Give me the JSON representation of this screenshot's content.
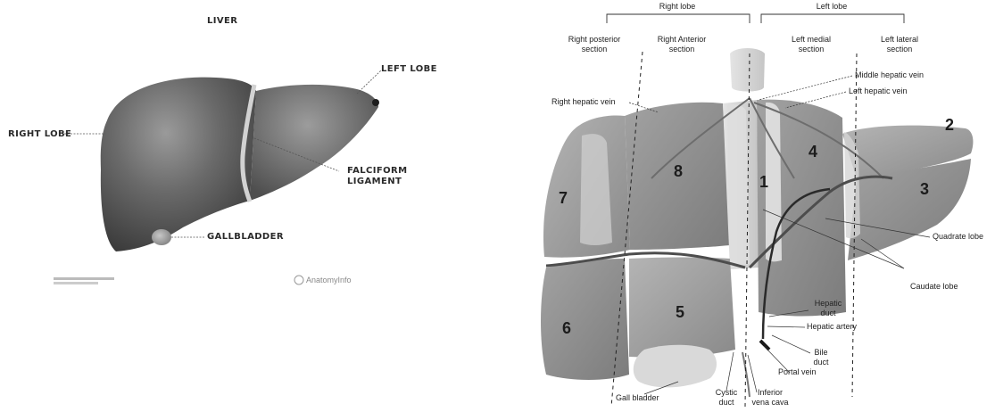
{
  "left_figure": {
    "title": "LIVER",
    "labels": {
      "right_lobe": "RIGHT LOBE",
      "left_lobe": "LEFT LOBE",
      "falciform_1": "FALCIFORM",
      "falciform_2": "LIGAMENT",
      "gallbladder": "GALLBLADDER"
    },
    "logo": "AnatomyInfo"
  },
  "right_figure": {
    "headers": {
      "right_lobe": "Right lobe",
      "left_lobe": "Left lobe"
    },
    "sections": {
      "right_posterior_1": "Right posterior",
      "right_posterior_2": "section",
      "right_anterior_1": "Right Anterior",
      "right_anterior_2": "section",
      "left_medial_1": "Left medial",
      "left_medial_2": "section",
      "left_lateral_1": "Left lateral",
      "left_lateral_2": "section"
    },
    "labels": {
      "middle_hepatic_vein": "Middle hepatic vein",
      "left_hepatic_vein": "Left hepatic vein",
      "right_hepatic_vein": "Right hepatic vein",
      "quadrate_lobe": "Quadrate lobe",
      "caudate_lobe": "Caudate lobe",
      "hepatic_duct_1": "Hepatic",
      "hepatic_duct_2": "duct",
      "hepatic_artery": "Hepatic artery",
      "bile_duct_1": "Bile",
      "bile_duct_2": "duct",
      "portal_vein": "Portal vein",
      "gall_bladder": "Gall bladder",
      "cystic_duct_1": "Cystic",
      "cystic_duct_2": "duct",
      "ivc_1": "Inferior",
      "ivc_2": "vena cava"
    },
    "segments": [
      "1",
      "2",
      "3",
      "4",
      "5",
      "6",
      "7",
      "8"
    ]
  }
}
